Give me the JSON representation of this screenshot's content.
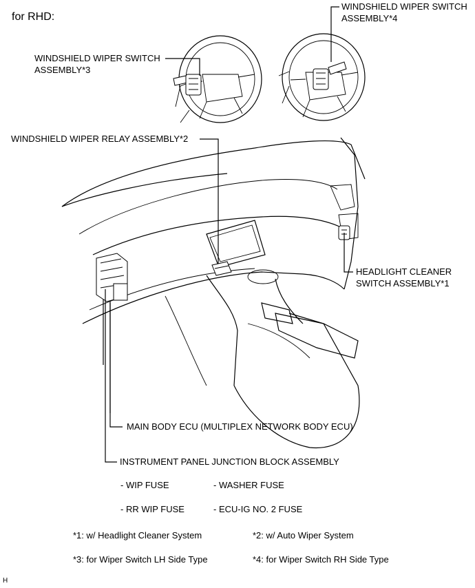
{
  "heading": "for RHD:",
  "labels": {
    "wiper_switch_4": [
      "WINDSHIELD WIPER SWITCH",
      "ASSEMBLY*4"
    ],
    "wiper_switch_3": [
      "WINDSHIELD WIPER SWITCH",
      "ASSEMBLY*3"
    ],
    "wiper_relay": "WINDSHIELD WIPER RELAY ASSEMBLY*2",
    "headlight_cleaner": [
      "HEADLIGHT CLEANER",
      "SWITCH ASSEMBLY*1"
    ],
    "main_body_ecu": "MAIN BODY ECU (MULTIPLEX NETWORK BODY ECU)",
    "junction_block": "INSTRUMENT PANEL JUNCTION BLOCK ASSEMBLY"
  },
  "fuses": {
    "wip": "- WIP FUSE",
    "washer": "- WASHER FUSE",
    "rr_wip": "- RR WIP FUSE",
    "ecu_ig": "- ECU-IG NO. 2 FUSE"
  },
  "notes": {
    "n1": "*1: w/ Headlight Cleaner System",
    "n2": "*2: w/ Auto Wiper System",
    "n3": "*3: for Wiper Switch LH Side Type",
    "n4": "*4: for Wiper Switch RH Side Type"
  },
  "corner_mark": "H"
}
